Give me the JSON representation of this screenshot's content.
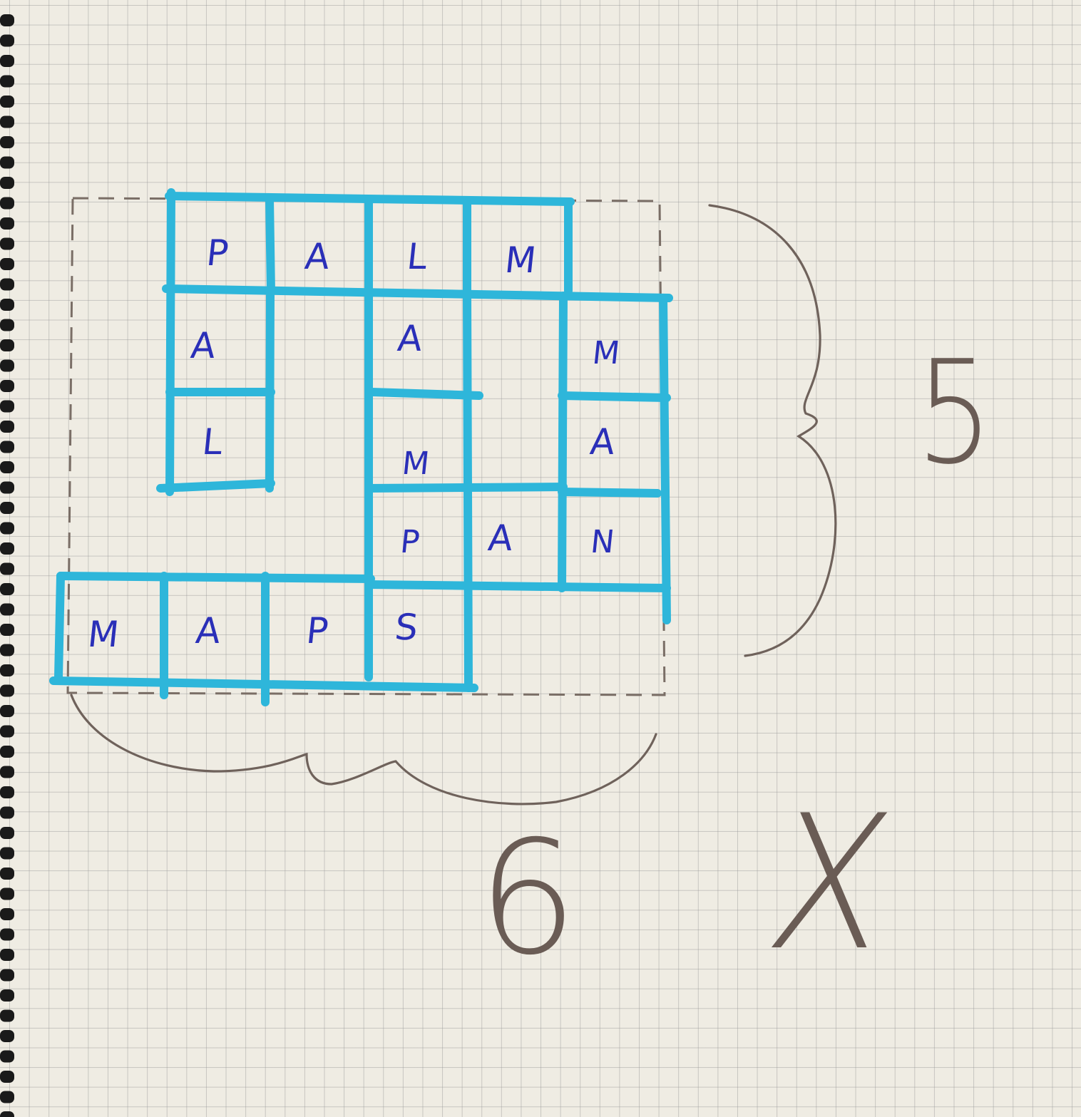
{
  "notebook": {
    "paper_color": "#efece3",
    "grid_color": "#9a9a9a",
    "box_color": "#2eb6da",
    "letter_color": "#2a2fb8",
    "pencil_color": "#6f625b"
  },
  "crossword": {
    "cells": [
      {
        "letter": "P"
      },
      {
        "letter": "A"
      },
      {
        "letter": "L"
      },
      {
        "letter": "M"
      },
      {
        "letter": "A"
      },
      {
        "letter": "A"
      },
      {
        "letter": "M"
      },
      {
        "letter": "L"
      },
      {
        "letter": "M"
      },
      {
        "letter": "A"
      },
      {
        "letter": "P"
      },
      {
        "letter": "A"
      },
      {
        "letter": "N"
      },
      {
        "letter": "M"
      },
      {
        "letter": "A"
      },
      {
        "letter": "P"
      },
      {
        "letter": "S"
      }
    ]
  },
  "annotations": {
    "height_label": "5",
    "width_label": "6",
    "cross_mark": "X"
  }
}
